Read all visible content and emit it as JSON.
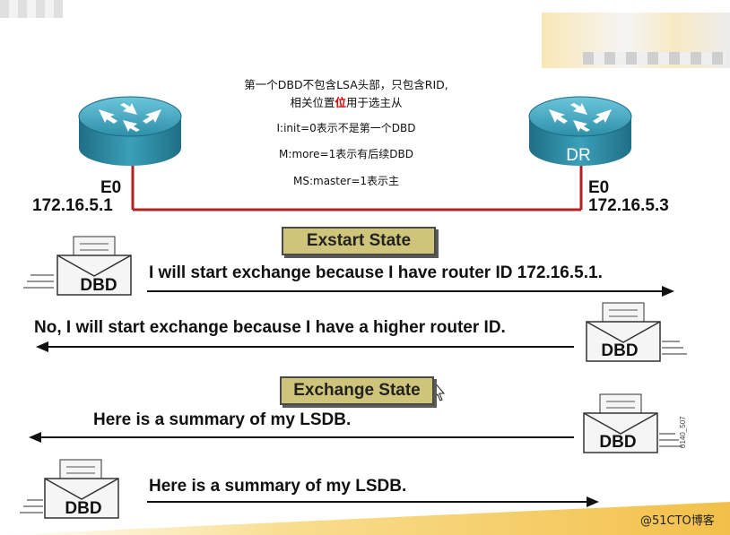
{
  "notes": {
    "line1": "第一个DBD不包含LSA头部，只包含RID,",
    "line2_pre": "相关位置",
    "line2_red": "位",
    "line2_post": "用于选主从",
    "line3": "I:init=0表示不是第一个DBD",
    "line4": "M:more=1表示有后续DBD",
    "line5": "MS:master=1表示主"
  },
  "left_router": {
    "iface": "E0",
    "ip": "172.16.5.1"
  },
  "right_router": {
    "iface": "E0",
    "ip": "172.16.5.3",
    "label": "DR"
  },
  "states": {
    "exstart": "Exstart State",
    "exchange": "Exchange State"
  },
  "messages": {
    "m1": "I will start exchange because I have router ID 172.16.5.1.",
    "m2": "No, I will start exchange because I have a higher router ID.",
    "m3": "Here is a summary of my LSDB.",
    "m4": "Here is a summary of my LSDB."
  },
  "packet_label": "DBD",
  "figure_id": "0140_507",
  "watermark": "@51CTO博客",
  "colors": {
    "link": "#b22222",
    "state_fill": "#cfc57a",
    "highlight": "#d40000",
    "router": "#2e8ea6"
  }
}
